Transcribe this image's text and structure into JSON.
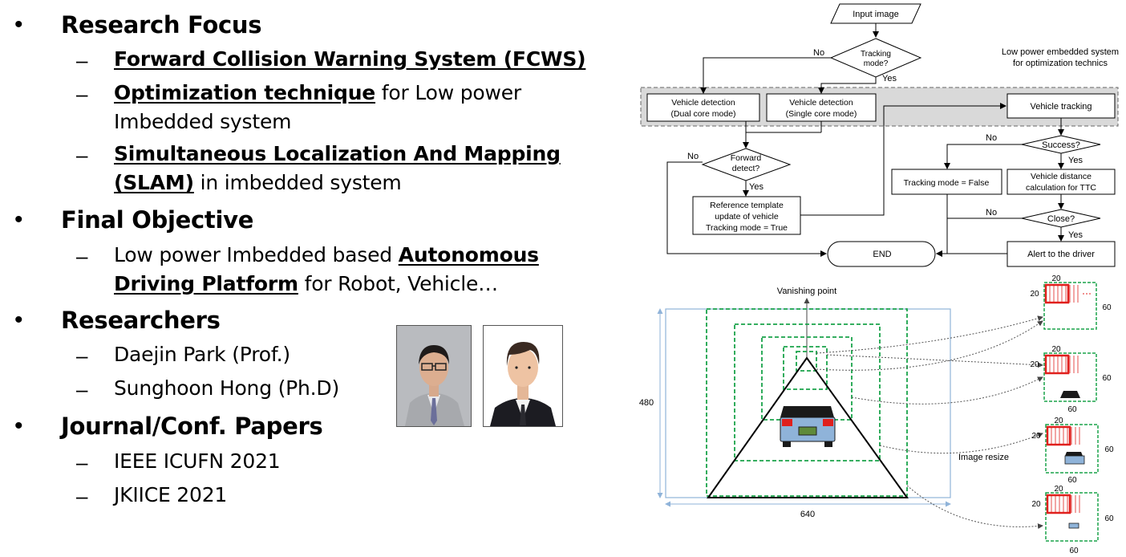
{
  "slide": {
    "sections": [
      {
        "title": "Research Focus",
        "items": [
          {
            "bold": "Forward Collision Warning System (FCWS)",
            "rest": ""
          },
          {
            "bold": "Optimization technique",
            "rest": " for Low power Imbedded system"
          },
          {
            "bold": "Simultaneous Localization And Mapping (SLAM)",
            "rest": " in imbedded system"
          }
        ]
      },
      {
        "title": "Final Objective",
        "items": [
          {
            "pre": "Low power Imbedded based ",
            "bold": "Autonomous Driving Platform",
            "rest": " for Robot, Vehicle…"
          }
        ]
      },
      {
        "title": "Researchers",
        "items": [
          {
            "text": "Daejin Park (Prof.)"
          },
          {
            "text": "Sunghoon Hong (Ph.D)"
          }
        ]
      },
      {
        "title": "Journal/Conf. Papers",
        "items": [
          {
            "text": "IEEE ICUFN 2021"
          },
          {
            "text": "JKIICE 2021"
          }
        ]
      }
    ]
  },
  "flowchart": {
    "input": "Input image",
    "tracking_mode": "Tracking mode?",
    "no": "No",
    "yes": "Yes",
    "detect_dual": [
      "Vehicle detection",
      "(Dual core mode)"
    ],
    "detect_single": [
      "Vehicle detection",
      "(Single core mode)"
    ],
    "vehicle_tracking": "Vehicle tracking",
    "embedded_note": [
      "Low power embedded system",
      "for optimization technics"
    ],
    "forward_detect": [
      "Forward",
      "detect?"
    ],
    "success": "Success?",
    "tracking_false": "Tracking mode = False",
    "distance_calc": [
      "Vehicle distance",
      "calculation for TTC"
    ],
    "reference_update": [
      "Reference template",
      "update of vehicle",
      "Tracking mode = True"
    ],
    "close": "Close?",
    "end": "END",
    "alert": "Alert to the driver"
  },
  "pyramid": {
    "vanishing_point": "Vanishing point",
    "width": "640",
    "height": "480",
    "image_resize": "Image resize",
    "win_size": "20",
    "out_size": "60"
  },
  "colors": {
    "green_dash": "#1aa34a",
    "red_window": "#e0201d",
    "light_blue": "#8fb3d9",
    "gray_band": "#d9d9d9"
  }
}
